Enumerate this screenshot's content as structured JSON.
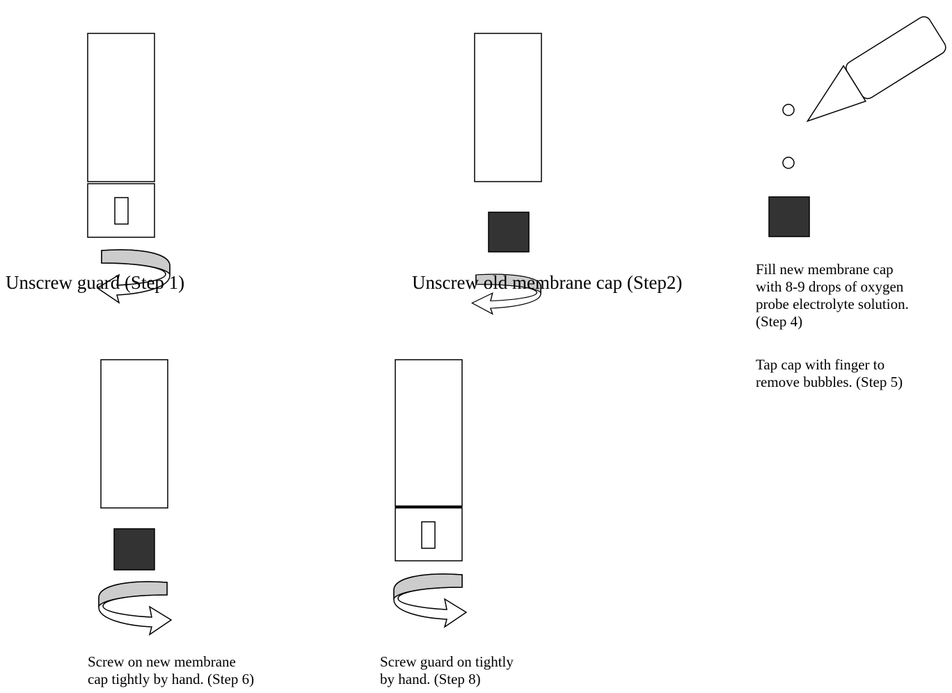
{
  "colors": {
    "stroke": "#000000",
    "fill_dark": "#333333",
    "arrow_band": "#cccccc"
  },
  "captions": {
    "step1": "Unscrew guard (Step 1)",
    "step2": "Unscrew old membrane cap (Step2)",
    "step4": [
      "Fill new membrane cap",
      "with 8-9 drops of oxygen",
      "probe electrolyte solution.",
      "(Step 4)"
    ],
    "step5": [
      "Tap cap with finger to",
      "remove bubbles. (Step 5)"
    ],
    "step6": [
      "Screw on new membrane",
      "cap tightly by hand. (Step 6)"
    ],
    "step8": [
      "Screw guard on tightly",
      "by hand. (Step 8)"
    ]
  }
}
